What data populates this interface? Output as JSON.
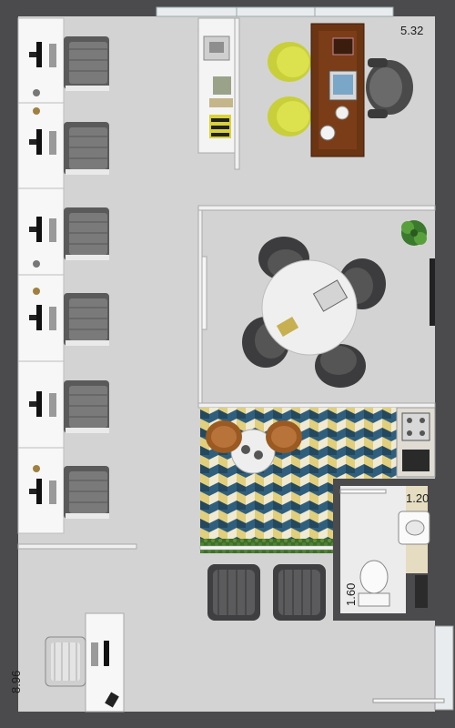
{
  "dimensions": {
    "office_width": "5.32",
    "open_office_length": "8.96",
    "wc_width": "1.20",
    "wc_length": "1.60"
  },
  "colors": {
    "walls": "#4b4b4d",
    "floor": "#d3d3d3",
    "desk_white": "#f7f7f7",
    "wood": "#6b3413",
    "chair_yellow": "#d7de4c",
    "chair_dark": "#3c3c3e",
    "tile_blue": "#2f5f7d",
    "tile_yellow": "#e2cf7d",
    "grass": "#4a7a32"
  },
  "rooms": [
    {
      "name": "workstations",
      "desks": 6
    },
    {
      "name": "director-office"
    },
    {
      "name": "meeting-room",
      "chairs": 4
    },
    {
      "name": "pantry",
      "chairs": 2
    },
    {
      "name": "lounge",
      "chairs": 2
    },
    {
      "name": "wc"
    },
    {
      "name": "reception"
    }
  ]
}
